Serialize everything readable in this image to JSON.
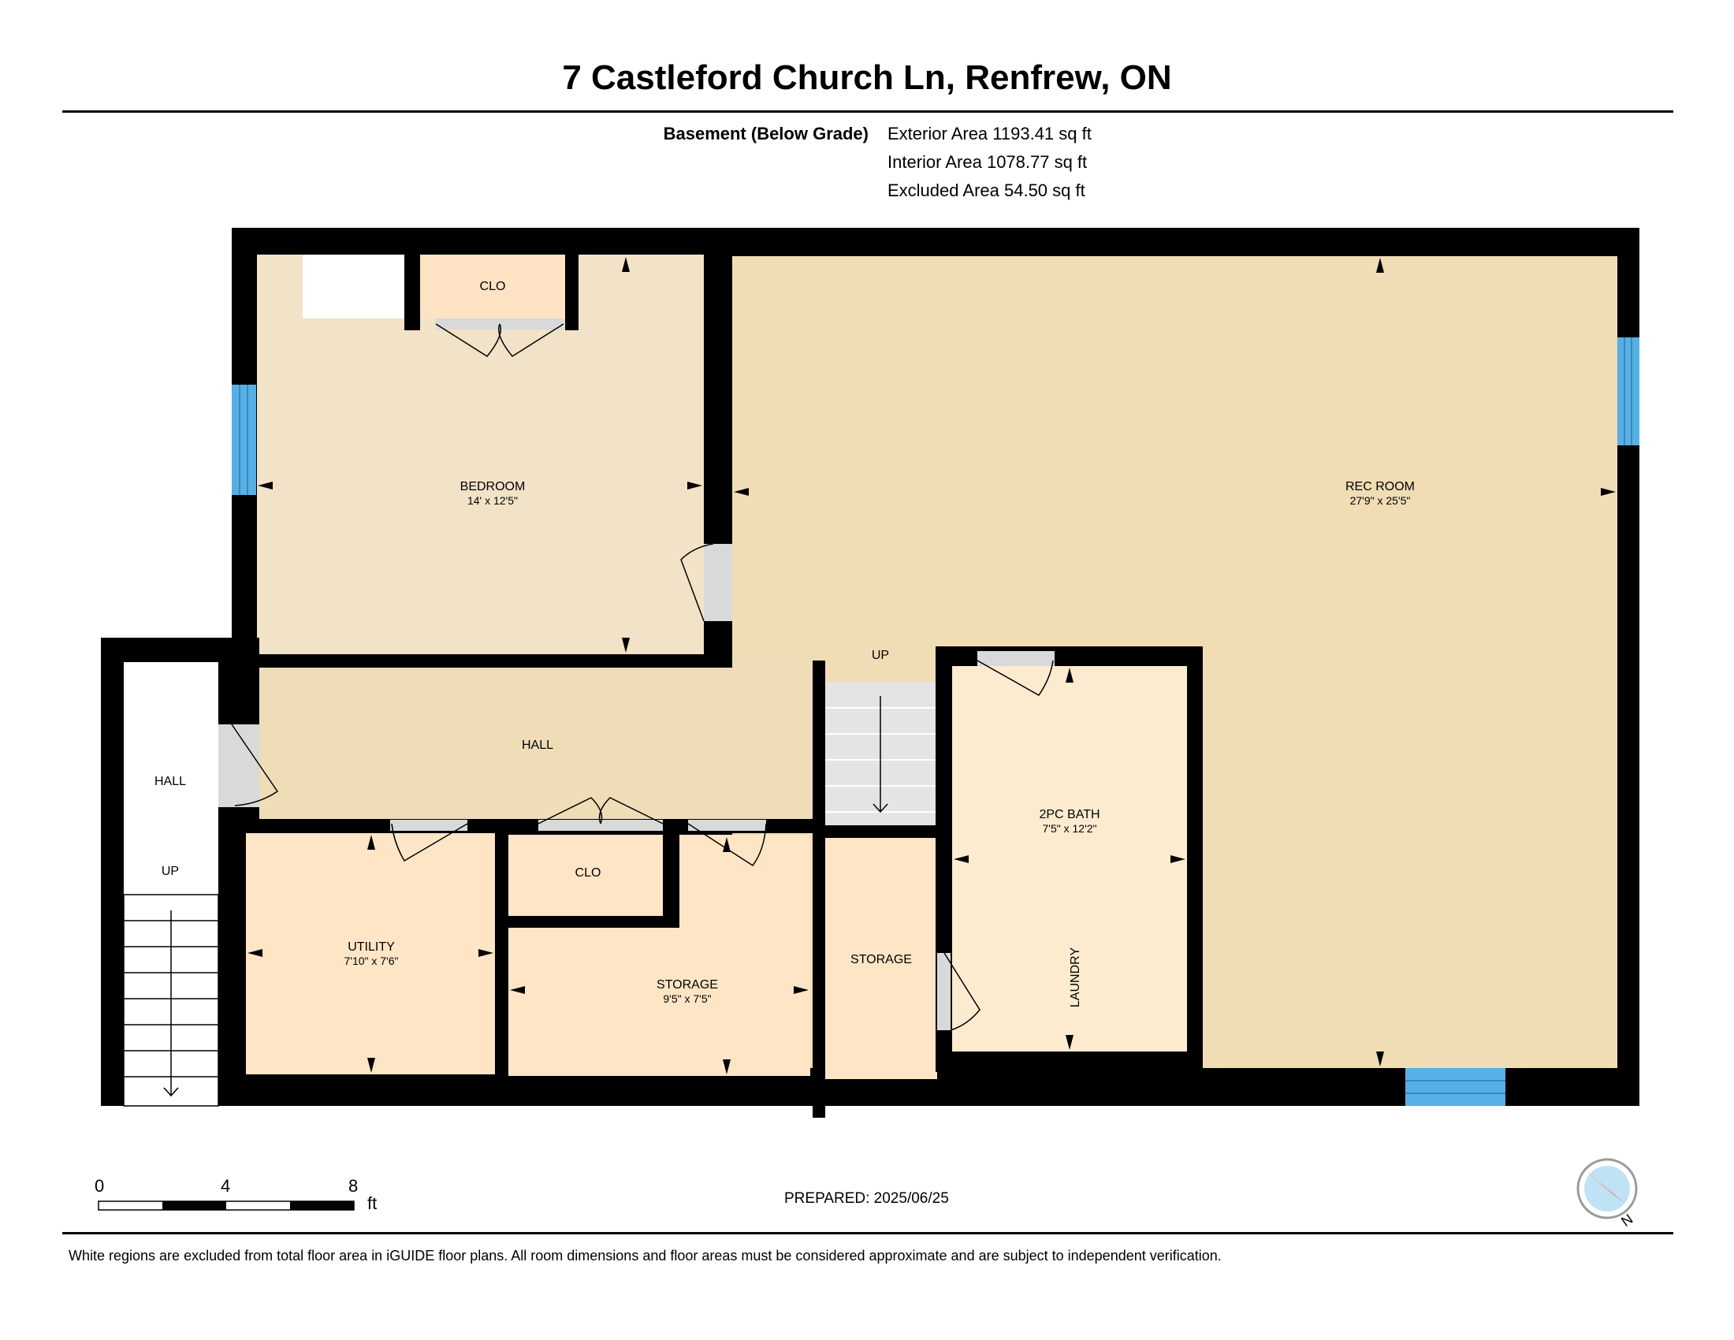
{
  "header": {
    "title": "7 Castleford Church Ln, Renfrew, ON"
  },
  "areas": {
    "level_label": "Basement (Below Grade)",
    "exterior": "Exterior Area 1193.41 sq ft",
    "interior": "Interior Area 1078.77 sq ft",
    "excluded": "Excluded Area 54.50 sq ft"
  },
  "rooms": {
    "clo_top": "CLO",
    "bedroom": {
      "name": "BEDROOM",
      "dims": "14' x 12'5\""
    },
    "rec_room": {
      "name": "REC ROOM",
      "dims": "27'9\" x 25'5\""
    },
    "hall_main": "HALL",
    "hall_side": "HALL",
    "up_side": "UP",
    "up_center": "UP",
    "clo_mid": "CLO",
    "utility": {
      "name": "UTILITY",
      "dims": "7'10\" x 7'6\""
    },
    "storage_a": {
      "name": "STORAGE",
      "dims": "9'5\" x 7'5\""
    },
    "storage_b": "STORAGE",
    "bath": {
      "name": "2PC BATH",
      "dims": "7'5\" x 12'2\""
    },
    "laundry": "LAUNDRY"
  },
  "scale": {
    "ticks": [
      "0",
      "4",
      "8"
    ],
    "unit": "ft"
  },
  "compass": {
    "label": "N"
  },
  "prepared": "PREPARED: 2025/06/25",
  "footnote": "White regions are excluded from total floor area in iGUIDE floor plans. All room dimensions and floor areas must be considered approximate and are subject to independent verification.",
  "colors": {
    "wall": "#000000",
    "bedroom": "#f1e2c8",
    "rec_room": "#f0dcb5",
    "hall": "#efddb8",
    "bath": "#fdebd0",
    "closet": "#fde5c5",
    "stairs": "#e4e4e4",
    "window": "#56b0e6",
    "door": "#d9d9d9"
  }
}
